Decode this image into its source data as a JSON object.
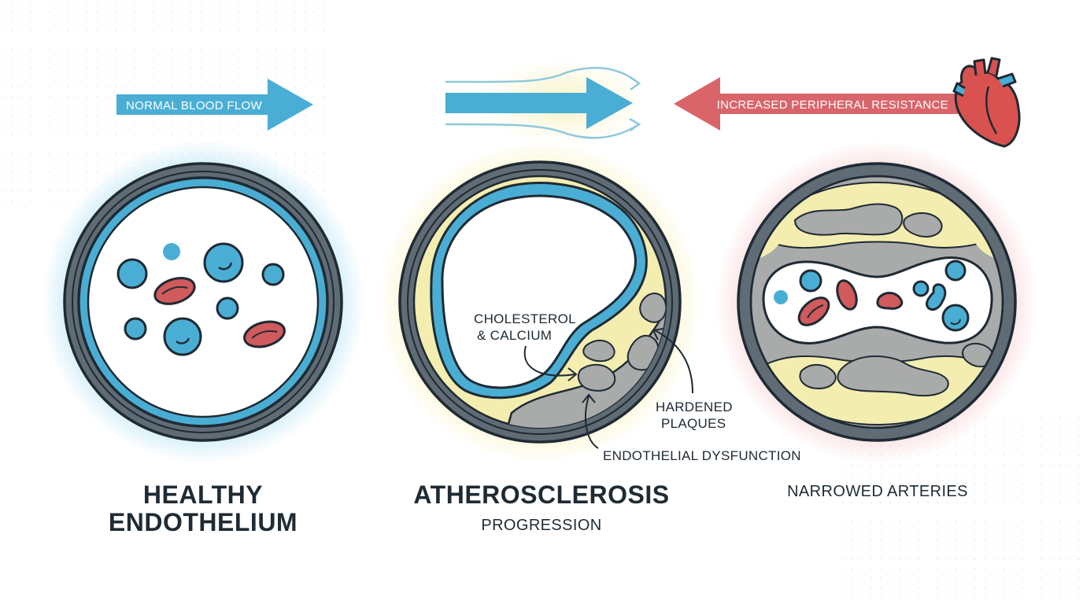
{
  "arrows": {
    "left_label": "NORMAL BLOOD FLOW",
    "right_label": "INCREASED PERIPHERAL RESISTANCE",
    "blue": "#4aaed4",
    "red": "#d9656a"
  },
  "callouts": {
    "cholesterol_line1": "CHOLESTEROL",
    "cholesterol_line2": "& CALCIUM",
    "plaques_line1": "HARDENED",
    "plaques_line2": "PLAQUES",
    "dysfunction": "ENDOTHELIAL DYSFUNCTION"
  },
  "titles": {
    "healthy_line1": "HEALTHY",
    "healthy_line2": "ENDOTHELIUM",
    "athero_title": "ATHEROSCLEROSIS",
    "athero_sub": "PROGRESSION",
    "narrowed": "NARROWED ARTERIES"
  },
  "colors": {
    "vessel_wall": "#5f6b75",
    "endothelium": "#4aaed4",
    "plaque_yellow": "#f3edb0",
    "plaque_gray": "#a9aaaa",
    "red_cell": "#d05a5c",
    "blue_cell": "#4aaed4",
    "heart": "#d9524f"
  },
  "icons": [
    "heart-icon"
  ]
}
